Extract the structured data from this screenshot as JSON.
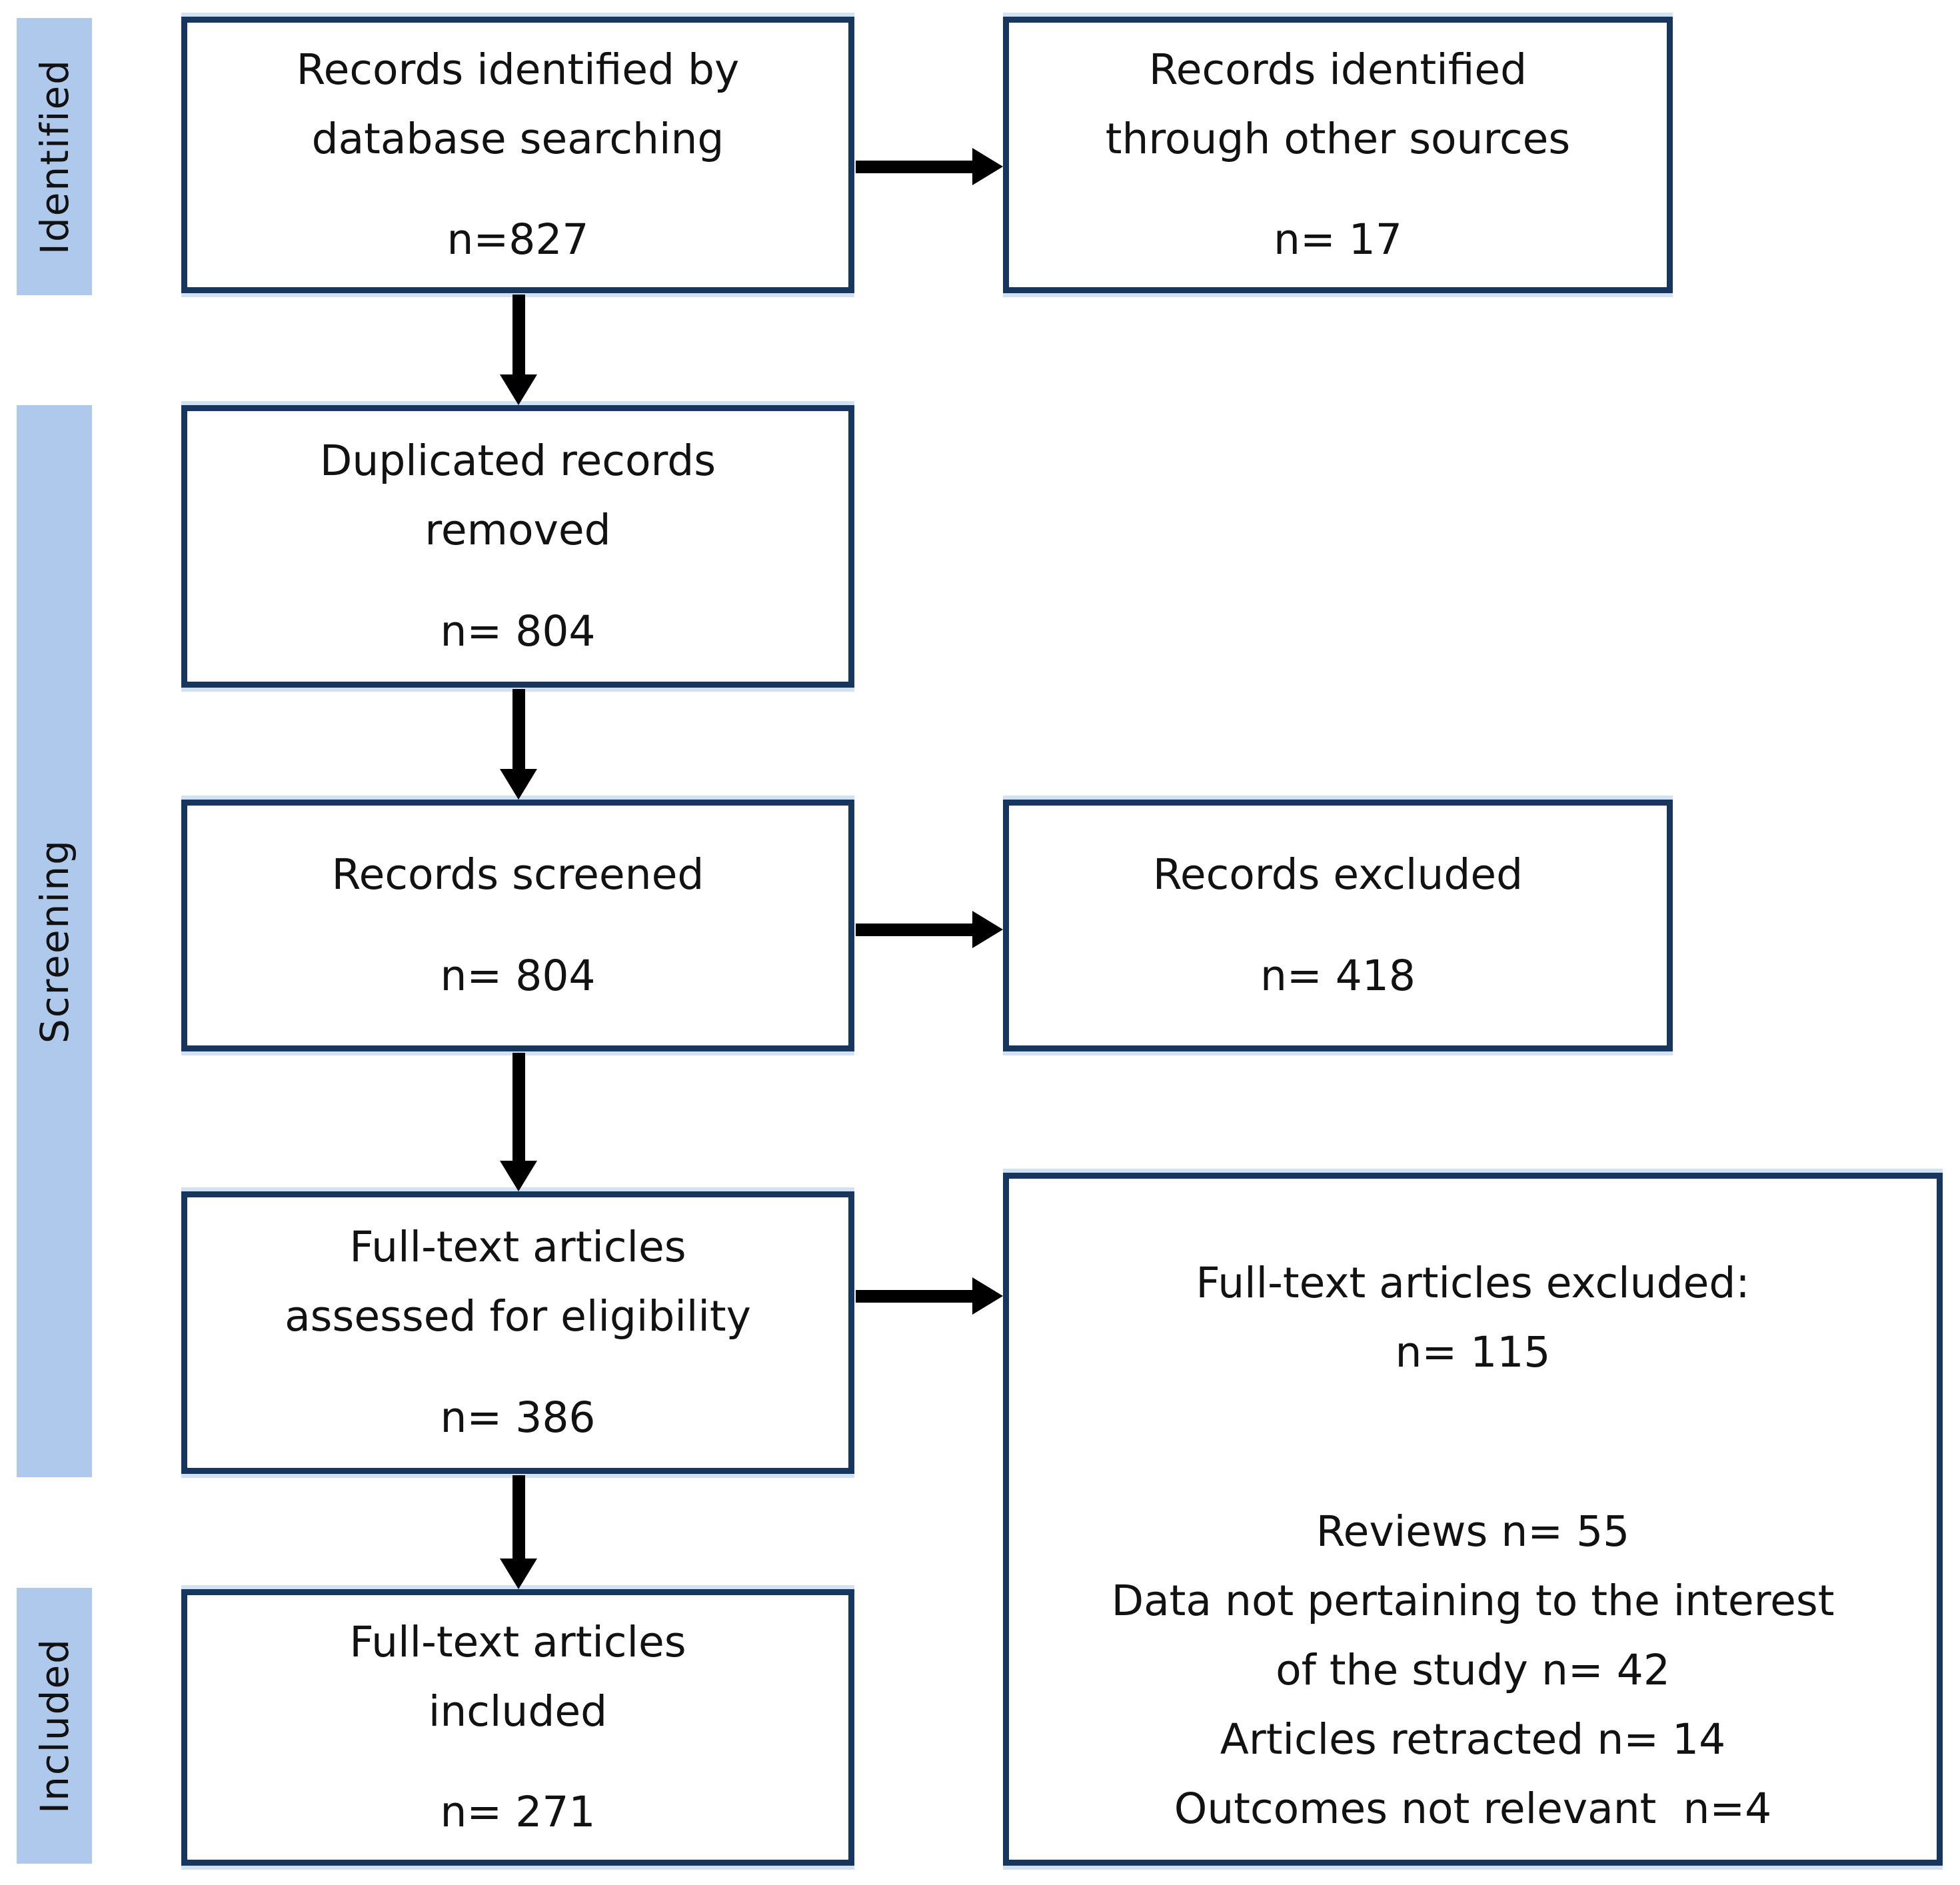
{
  "palette": {
    "bar": "#AEC9EC",
    "border": "#17365D",
    "arrow": "#000000",
    "text": "#121212",
    "bg": "#FFFFFF"
  },
  "sidebar": {
    "identified": "Identified",
    "screening": "Screening",
    "included": "Included"
  },
  "boxes": {
    "db_search": {
      "line1": "Records identified by",
      "line2": "database searching",
      "n": "n=827"
    },
    "other_sources": {
      "line1": "Records identified",
      "line2": "through other sources",
      "n": "n= 17"
    },
    "duplicates_removed": {
      "line1": "Duplicated records",
      "line2": "removed",
      "n": "n= 804"
    },
    "records_screened": {
      "line1": "Records screened",
      "n": "n= 804"
    },
    "records_excluded": {
      "line1": "Records excluded",
      "n": "n= 418"
    },
    "fulltext_assessed": {
      "line1": "Full-text articles",
      "line2": "assessed for eligibility",
      "n": "n= 386"
    },
    "fulltext_excluded": {
      "line1": "Full-text articles excluded:",
      "n": "n= 115",
      "reasons": [
        "Reviews n= 55",
        "Data not pertaining to the interest",
        "of the study n= 42",
        "Articles retracted n= 14",
        "Outcomes not relevant  n=4"
      ]
    },
    "fulltext_included": {
      "line1": "Full-text articles",
      "line2": "included",
      "n": "n= 271"
    }
  }
}
